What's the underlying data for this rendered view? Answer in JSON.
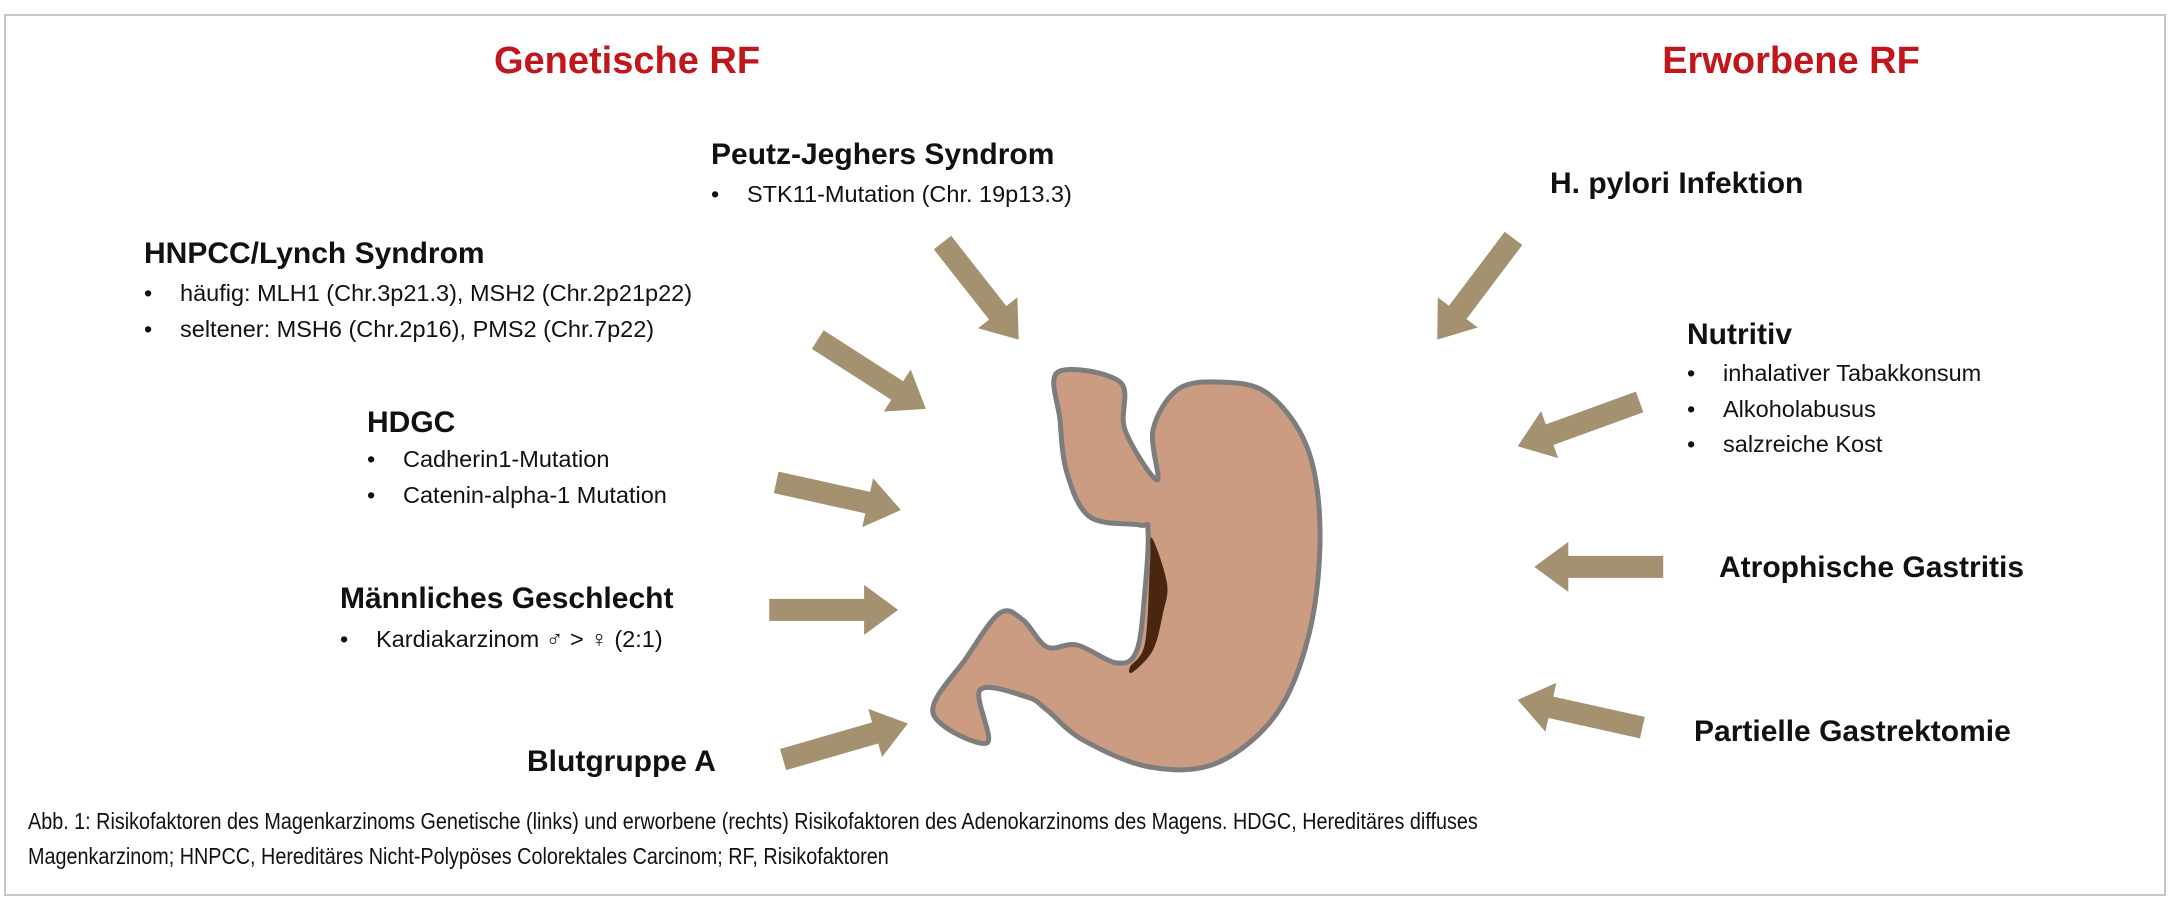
{
  "headers": {
    "genetic": "Genetische RF",
    "acquired": "Erworbene RF"
  },
  "genetic": [
    {
      "title": "Peutz-Jeghers Syndrom",
      "bullets": [
        "STK11-Mutation (Chr. 19p13.3)"
      ]
    },
    {
      "title": "HNPCC/Lynch Syndrom",
      "bullets": [
        "häufig: MLH1 (Chr.3p21.3), MSH2 (Chr.2p21p22)",
        "seltener: MSH6 (Chr.2p16), PMS2 (Chr.7p22)"
      ]
    },
    {
      "title": "HDGC",
      "bullets": [
        "Cadherin1-Mutation",
        "Catenin-alpha-1 Mutation"
      ]
    },
    {
      "title": "Männliches Geschlecht",
      "bullets": [
        "Kardiakarzinom ♂ > ♀ (2:1)"
      ]
    },
    {
      "title": "Blutgruppe A",
      "bullets": []
    }
  ],
  "acquired": [
    {
      "title": "H. pylori Infektion",
      "bullets": []
    },
    {
      "title": "Nutritiv",
      "bullets": [
        "inhalativer Tabakkonsum",
        "Alkoholabusus",
        "salzreiche Kost"
      ]
    },
    {
      "title": "Atrophische Gastritis",
      "bullets": []
    },
    {
      "title": "Partielle Gastrektomie",
      "bullets": []
    }
  ],
  "bullet_char": "•",
  "caption": [
    "Abb. 1: Risikofaktoren des Magenkarzinoms Genetische (links) und erworbene (rechts) Risikofaktoren des Adenokarzinoms des Magens. HDGC, Hereditäres diffuses",
    "Magenkarzinom; HNPCC, Hereditäres Nicht-Polypöses Colorektales Carcinom; RF, Risikofaktoren"
  ],
  "colors": {
    "header": "#c0161c",
    "arrow": "#a39170",
    "stomach": "#cc9c82",
    "stomach_outline": "#7d7d7d",
    "lesion": "#4a2510"
  }
}
